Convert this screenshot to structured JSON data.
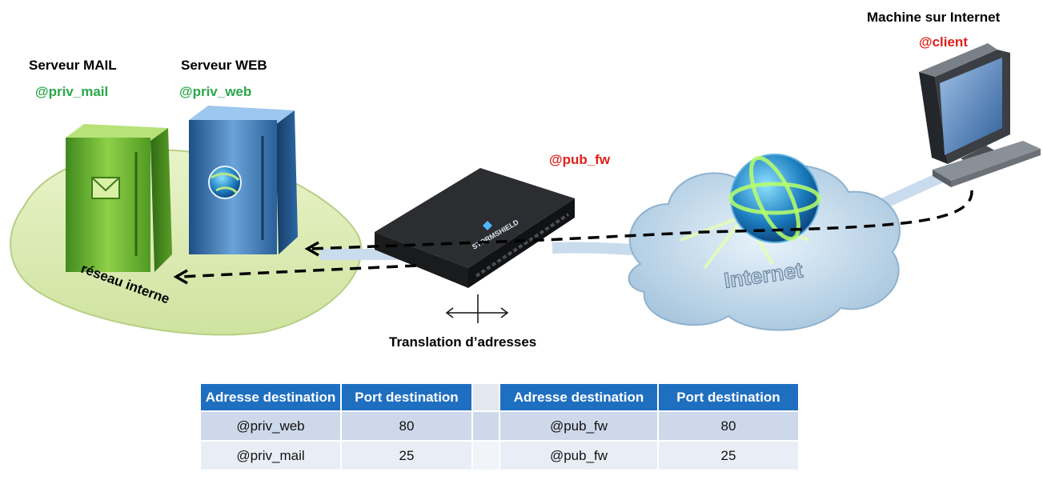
{
  "labels": {
    "mail_server": "Serveur MAIL",
    "mail_addr": "@priv_mail",
    "web_server": "Serveur WEB",
    "web_addr": "@priv_web",
    "internet_machine": "Machine sur Internet",
    "client_addr": "@client",
    "firewall_addr": "@pub_fw",
    "internal_network": "réseau interne",
    "translation": "Translation d’adresses",
    "internet": "Internet",
    "firewall_brand": "STORMSHIELD"
  },
  "table": {
    "headers": [
      "Adresse destination",
      "Port destination",
      "",
      "Adresse destination",
      "Port destination"
    ],
    "rows": [
      [
        "@priv_web",
        "80",
        "",
        "@pub_fw",
        "80"
      ],
      [
        "@priv_mail",
        "25",
        "",
        "@pub_fw",
        "25"
      ]
    ]
  },
  "colors": {
    "private_address": "#2aa84a",
    "public_address": "#e0201c",
    "table_header": "#1f6fc1"
  }
}
